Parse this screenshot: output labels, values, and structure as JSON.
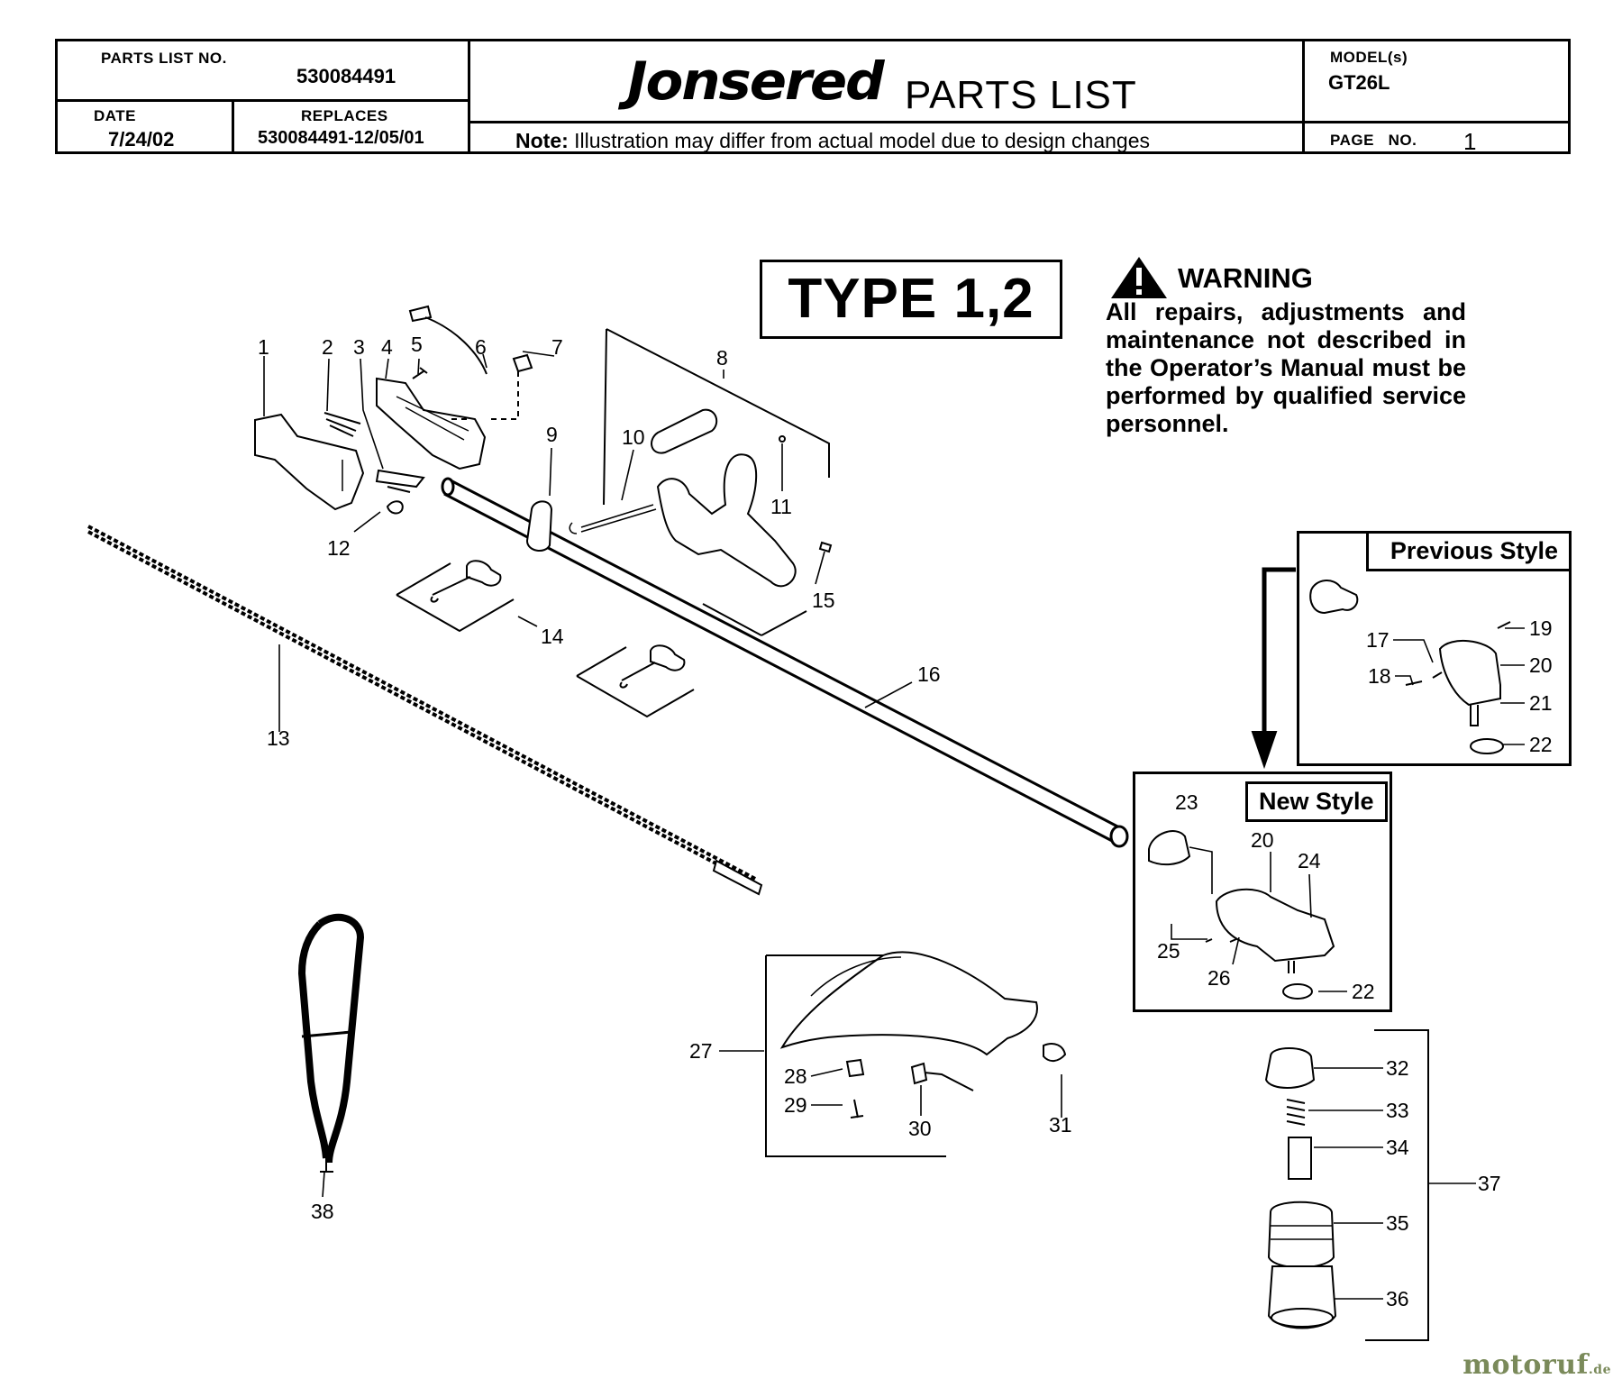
{
  "header": {
    "parts_list_no_label": "PARTS LIST NO.",
    "parts_list_no": "530084491",
    "date_label": "DATE",
    "date": "7/24/02",
    "replaces_label": "REPLACES",
    "replaces": "530084491-12/05/01",
    "brand": "Jonsered",
    "title": "PARTS LIST",
    "note_label": "Note:",
    "note": "Illustration may differ from actual model due to design changes",
    "models_label": "MODEL(s)",
    "model": "GT26L",
    "page_label": "PAGE   NO.",
    "page_no": "1"
  },
  "type_label": "TYPE 1,2",
  "warning": {
    "heading": "WARNING",
    "text": "All repairs, adjustments and maintenance not described in the Operator’s Manual must be performed by qualified service personnel."
  },
  "previous_style_label": "Previous Style",
  "new_style_label": "New Style",
  "callouts": [
    "1",
    "2",
    "3",
    "4",
    "5",
    "6",
    "7",
    "8",
    "9",
    "10",
    "11",
    "12",
    "13",
    "14",
    "15",
    "16",
    "17",
    "18",
    "19",
    "20",
    "21",
    "22",
    "23",
    "20",
    "24",
    "25",
    "26",
    "22",
    "27",
    "28",
    "29",
    "30",
    "31",
    "32",
    "33",
    "34",
    "35",
    "36",
    "37",
    "38"
  ],
  "watermark": {
    "name": "motoruf",
    "tld": ".de"
  }
}
